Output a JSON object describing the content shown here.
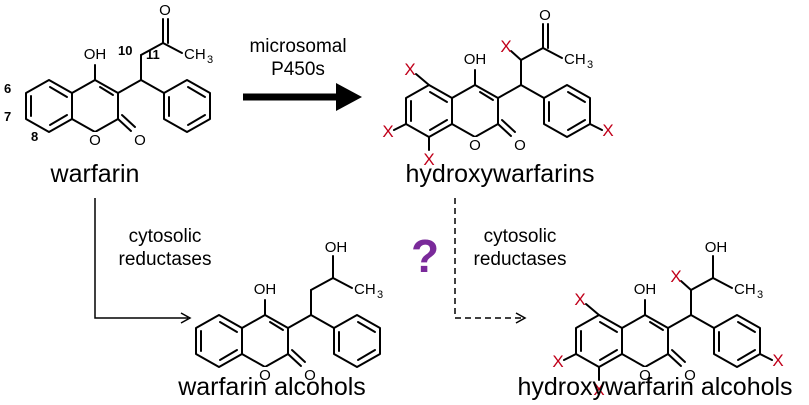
{
  "compounds": {
    "warfarin": "warfarin",
    "hydroxywarfarins": "hydroxywarfarins",
    "warfarin_alcohols": "warfarin alcohols",
    "hydroxywarfarin_alcohols": "hydroxywarfarin alcohols"
  },
  "enzymes": {
    "p450_line1": "microsomal",
    "p450_line2": "P450s",
    "reductase_a_line1": "cytosolic",
    "reductase_a_line2": "reductases",
    "reductase_b_line1": "cytosolic",
    "reductase_b_line2": "reductases"
  },
  "unknown_step_mark": "?",
  "question_color": "#7a2a9a",
  "hydroxylation_mark_color": "#c0001a",
  "atoms": {
    "oh": "OH",
    "o": "O",
    "ch3": "CH",
    "ch3_sub": "3",
    "x": "X"
  },
  "atom_numbers": {
    "n6": "6",
    "n7": "7",
    "n8": "8",
    "n10": "10",
    "n11": "11"
  }
}
